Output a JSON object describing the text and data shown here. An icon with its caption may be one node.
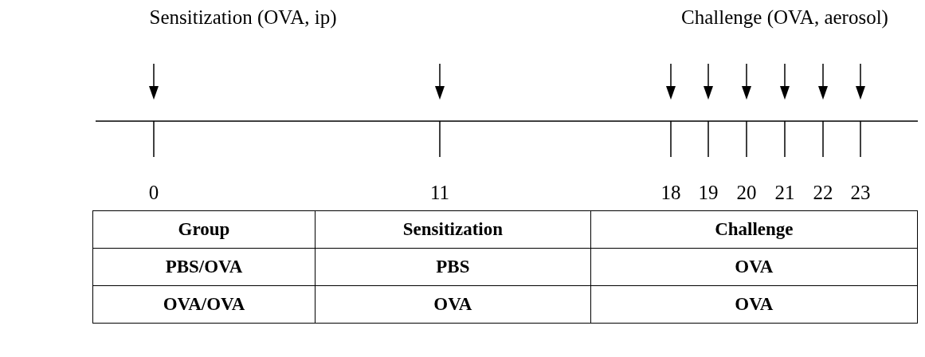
{
  "diagram": {
    "labels": [
      "Sensitization (OVA, ip)",
      "Challenge (OVA, aerosol)",
      "0",
      "11",
      "18",
      "19",
      "20",
      "21",
      "22",
      "23",
      "Group",
      "Sensitization",
      "Challenge",
      "PBS/OVA",
      "PBS",
      "OVA",
      "OVA/OVA",
      "OVA",
      "OVA"
    ]
  }
}
